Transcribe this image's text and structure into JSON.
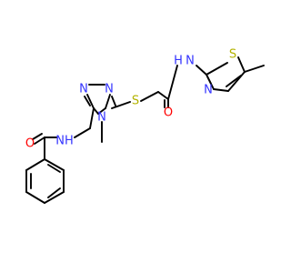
{
  "colors": {
    "bond": "#000000",
    "N": "#3333ff",
    "O": "#ff0000",
    "S": "#b3b300",
    "C": "#000000"
  },
  "molecule": {
    "atom_labels": {
      "O": "O",
      "NH": "NH",
      "N": "N",
      "S": "S",
      "methyl": "CH3",
      "H": "H",
      "N_amide_right": "N"
    }
  }
}
